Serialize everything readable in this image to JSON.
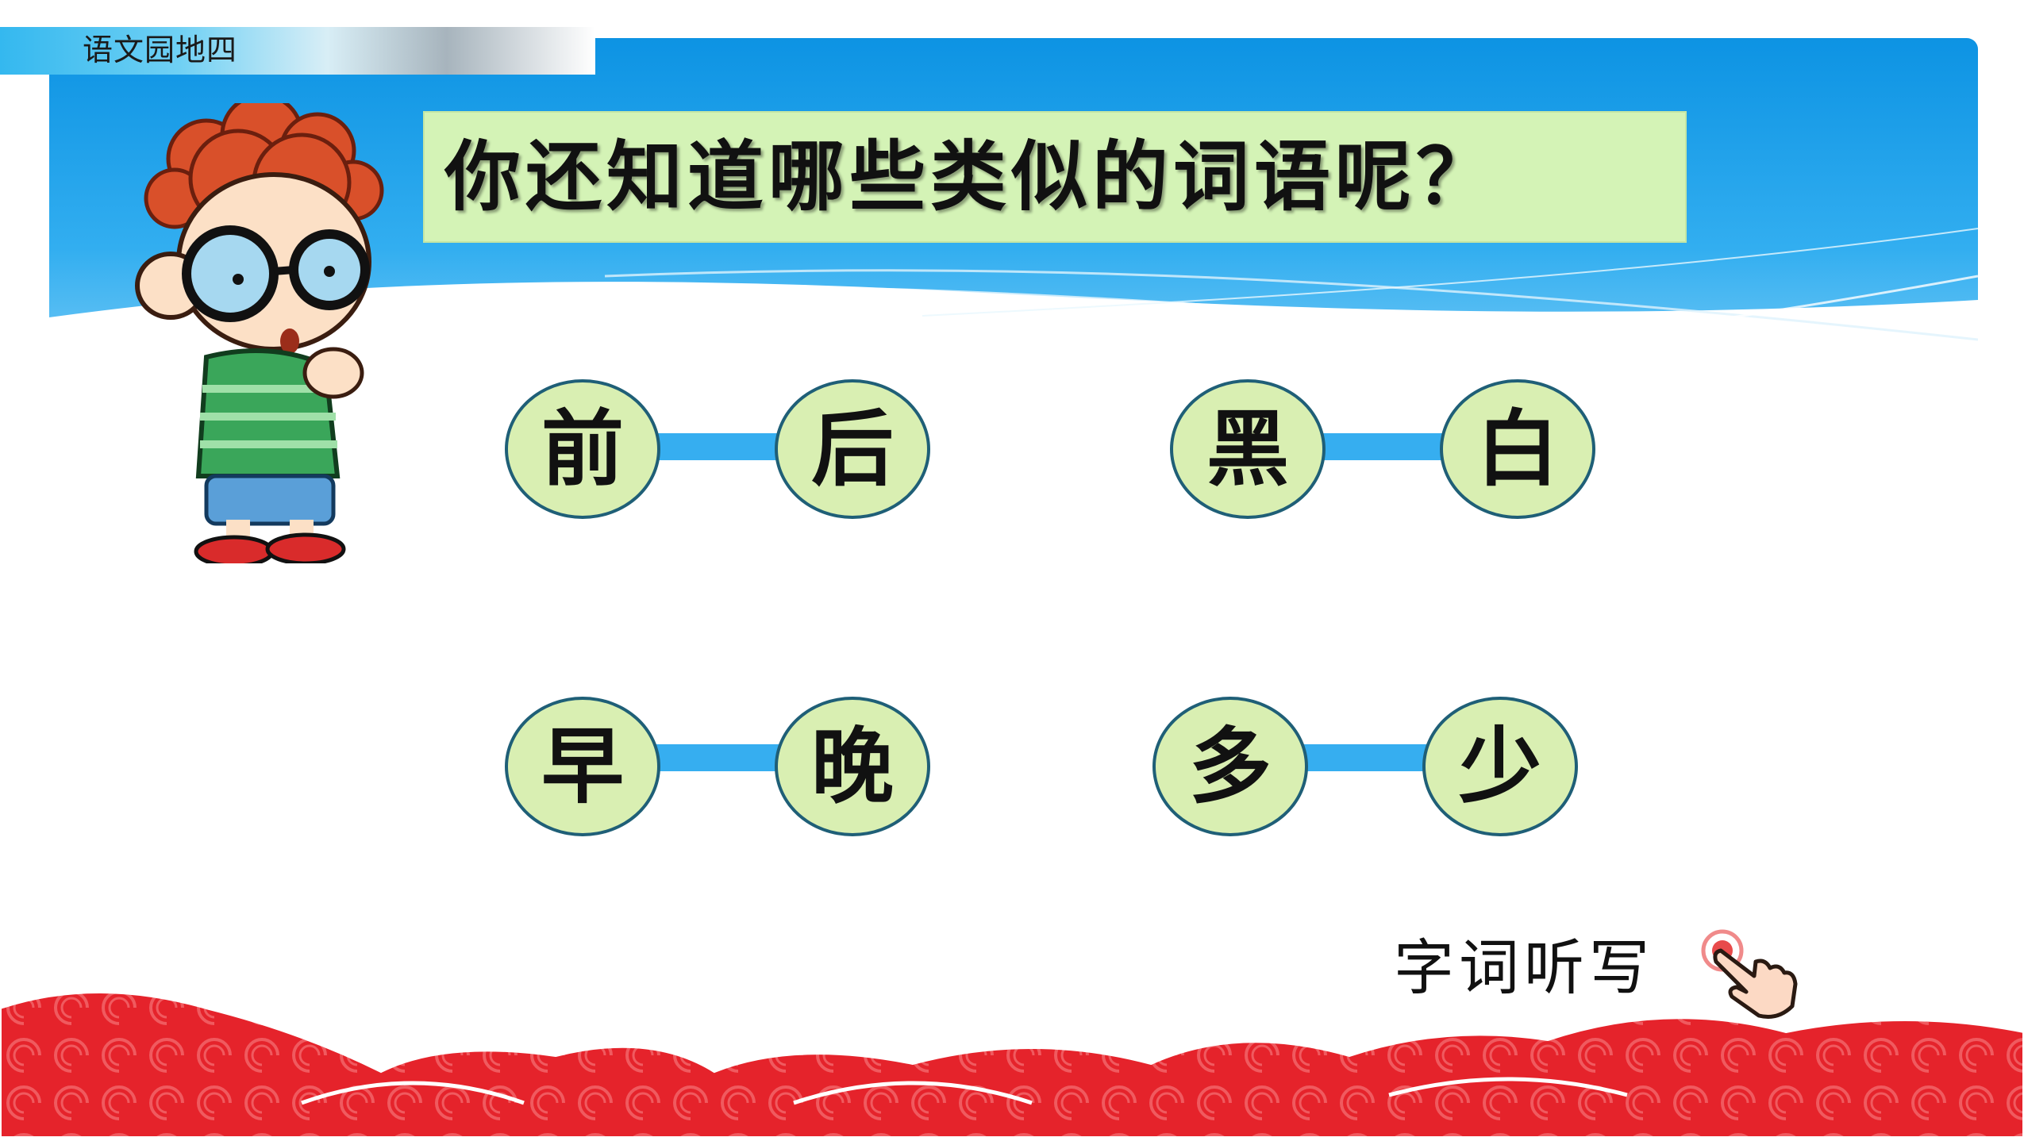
{
  "header": {
    "tag": "语文园地四"
  },
  "question": "你还知道哪些类似的词语呢？",
  "pairs": [
    {
      "left": "前",
      "right": "后"
    },
    {
      "left": "黑",
      "right": "白"
    },
    {
      "left": "早",
      "right": "晚"
    },
    {
      "left": "多",
      "right": "少"
    }
  ],
  "dictation_link": "字词听写",
  "colors": {
    "banner_blue": "#0d93e3",
    "question_bg": "#d4f3b6",
    "circle_bg": "#d9efb2",
    "link_blue": "#36aef0",
    "cloud_red": "#e5232b"
  },
  "icons": {
    "pointer": "hand-pointer-icon",
    "mascot": "thinking-boy-illustration"
  }
}
